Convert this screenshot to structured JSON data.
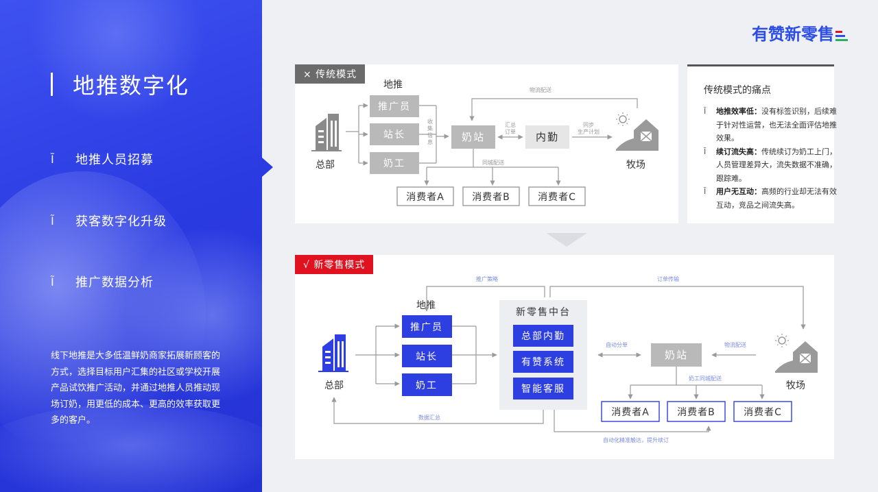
{
  "logo": {
    "text": "有赞新零售",
    "line_colors": [
      "#e0121f",
      "#2d4ee6",
      "#27b060"
    ]
  },
  "left_panel": {
    "title": "地推数字化",
    "bullet_mark": "Ĩ",
    "bullets": [
      "地推人员招募",
      "获客数字化升级",
      "推广数据分析"
    ],
    "description": "线下地推是大多低温鲜奶商家拓展新顾客的方式，选择目标用户汇集的社区或学校开展产品试饮推广活动，并通过地推人员推动现场订奶，用更低的成本、更高的效率获取更多的客户。"
  },
  "traditional": {
    "tag": "× 传统模式",
    "hq": "总部",
    "ground_push": "地推",
    "staff": [
      "推广员",
      "站长",
      "奶工"
    ],
    "collect_info": [
      "收",
      "集",
      "信",
      "息"
    ],
    "milk_station": "奶站",
    "summary_order": [
      "汇总",
      "订单"
    ],
    "internal": "内勤",
    "sync_plan": [
      "同步",
      "生产计划"
    ],
    "logistics": "物流配送",
    "same_city": "同城配送",
    "ranch": "牧场",
    "consumers": [
      "消费者A",
      "消费者B",
      "消费者C"
    ]
  },
  "pain_points": {
    "title": "传统模式的痛点",
    "mark": "Ĩ",
    "items": [
      {
        "label": "地推效率低：",
        "text": "没有标签识别，后续难于针对性运营，也无法全面评估地推效果。"
      },
      {
        "label": "续订流失高：",
        "text": "传统续订为奶工上门，人员管理差异大，流失数据不准确，跟踪难。"
      },
      {
        "label": "用户无互动：",
        "text": "高频的行业却无法有效互动，竞品之间流失高。"
      }
    ]
  },
  "new_retail": {
    "tag": "√  新零售模式",
    "hq": "总部",
    "ground_push": "地推",
    "staff": [
      "推广员",
      "站长",
      "奶工"
    ],
    "middle_platform": "新零售中台",
    "platform_items": [
      "总部内勤",
      "有赞系统",
      "智能客服"
    ],
    "promo_strategy": "推广策略",
    "order_transfer": "订单传输",
    "auto_dispatch": "自动分单",
    "milk_station": "奶站",
    "logistics": "物流配送",
    "ranch": "牧场",
    "milkman_delivery": "奶工同城配送",
    "consumers": [
      "消费者A",
      "消费者B",
      "消费者C"
    ],
    "data_summary": "数据汇总",
    "auto_reach": "自动化精准触达，提升续订"
  }
}
